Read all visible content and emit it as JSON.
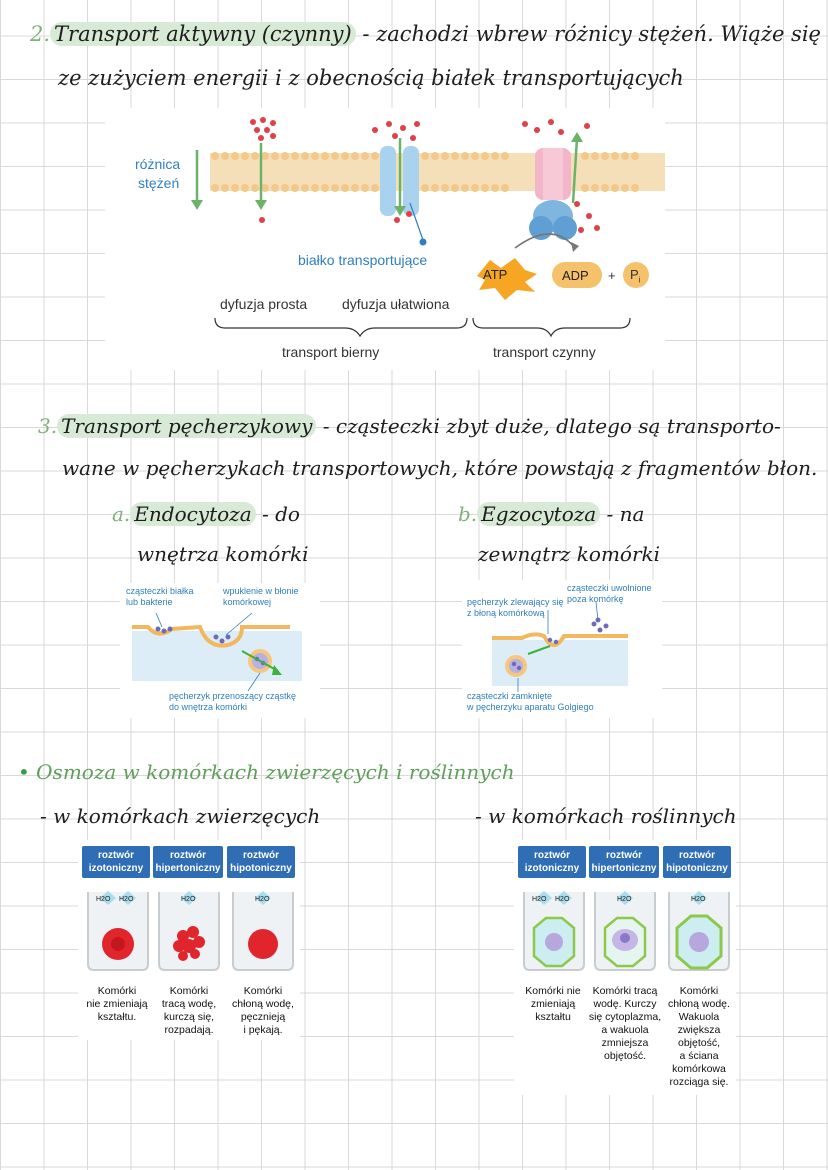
{
  "section2": {
    "number": "2.",
    "term": "Transport aktywny (czynny)",
    "line1_rest": " - zachodzi wbrew różnicy stężeń. Wiąże się",
    "line2": "ze zużyciem energii i z obecnością białek transportujących"
  },
  "transport_diagram": {
    "gradient_label_1": "różnica",
    "gradient_label_2": "stężeń",
    "protein_label": "białko transportujące",
    "atp": "ATP",
    "adp": "ADP",
    "plus": "+",
    "pi": "P",
    "pi_sub": "i",
    "simple": "dyfuzja prosta",
    "facilitated": "dyfuzja ułatwiona",
    "passive": "transport bierny",
    "active": "transport czynny"
  },
  "section3": {
    "number": "3.",
    "term": "Transport pęcherzykowy",
    "line1_rest": " - cząsteczki zbyt duże, dlatego są transporto-",
    "line2": "wane w pęcherzykach transportowych, które powstają z fragmentów błon."
  },
  "endocytosis": {
    "letter": "a.",
    "term": "Endocytoza",
    "rest": " - do",
    "line2": "wnętrza komórki",
    "label_particles": "cząsteczki białka\nlub bakterie",
    "label_invagination": "wpuklenie w błonie\nkomórkowej",
    "label_vesicle": "pęcherzyk przenoszący cząstkę\ndo wnętrza komórki"
  },
  "exocytosis": {
    "letter": "b.",
    "term": "Egzocytoza",
    "rest": " - na",
    "line2": "zewnątrz komórki",
    "label_released": "cząsteczki uwolnione\npoza komórkę",
    "label_merging": "pęcherzyk zlewający się\nz błoną komórkową",
    "label_enclosed": "cząsteczki zamknięte\nw pęcherzyku aparatu Golgiego"
  },
  "osmosis": {
    "bullet": "•",
    "title": "Osmoza w komórkach zwierzęcych i roślinnych",
    "animal_title": "- w komórkach zwierzęcych",
    "plant_title": "- w komórkach roślinnych",
    "animal": [
      {
        "header": "roztwór\nizotoniczny",
        "water": [
          "H2O",
          "H2O"
        ],
        "caption": "Komórki\nnie zmieniają\nkształtu."
      },
      {
        "header": "roztwór\nhipertoniczny",
        "water": [
          "H2O"
        ],
        "caption": "Komórki\ntracą wodę,\nkurczą się,\nrozpadają."
      },
      {
        "header": "roztwór\nhipotoniczny",
        "water": [
          "H2O"
        ],
        "caption": "Komórki\nchłoną wodę,\npęcznieją\ni pękają."
      }
    ],
    "plant": [
      {
        "header": "roztwór\nizotoniczny",
        "water": [
          "H2O",
          "H2O"
        ],
        "caption": "Komórki nie\nzmieniają\nkształtu"
      },
      {
        "header": "roztwór\nhipertoniczny",
        "water": [
          "H2O"
        ],
        "caption": "Komórki tracą\nwodę. Kurczy\nsię cytoplazma,\na wakuola\nzmniejsza\nobjętość."
      },
      {
        "header": "roztwór\nhipotoniczny",
        "water": [
          "H2O"
        ],
        "caption": "Komórki\nchłoną wodę.\nWakuola\nzwiększa\nobjętość,\na ściana\nkomórkowa\nrozciąga się."
      }
    ]
  },
  "colors": {
    "highlight": "#d7ead6",
    "accent_green": "#7fb27a",
    "diagram_blue": "#2f7fc1",
    "header_blue": "#2f6db5",
    "atp_orange": "#f6a623"
  }
}
